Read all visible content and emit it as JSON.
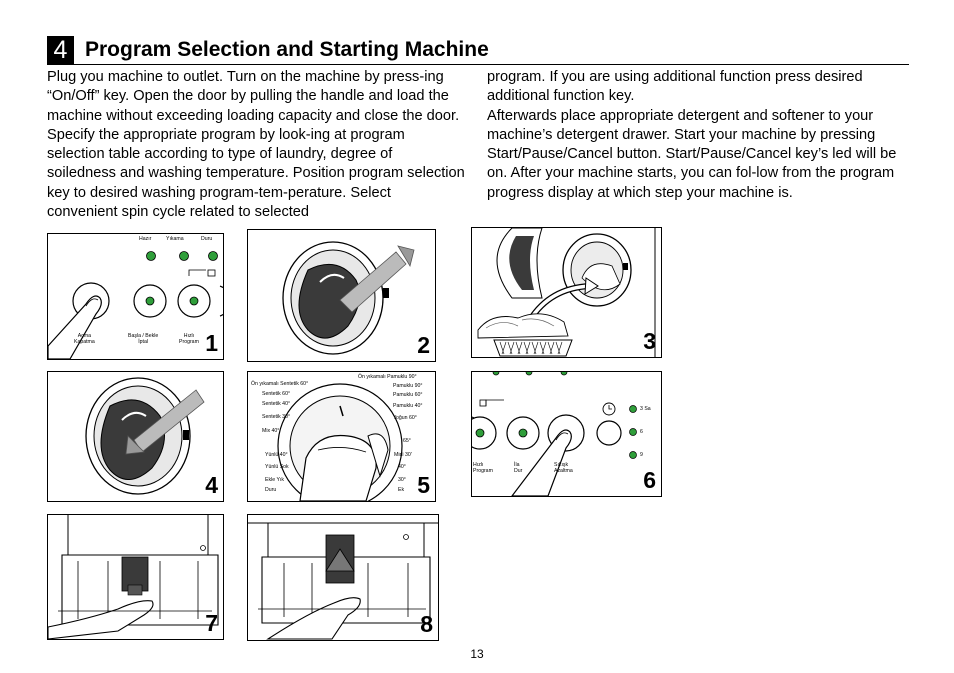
{
  "section": {
    "number": "4",
    "title": "Program Selection and Starting Machine"
  },
  "column_left": {
    "paragraph": "Plug you machine to outlet. Turn on the machine by press-ing “On/Off” key. Open the door by pulling the handle and load the machine without exceeding loading capacity and close the door. Specify the appropriate program by look-ing at program selection table according to type of laundry, degree of soiledness and washing temperature. Position program selection key to desired washing program-tem-perature.  Select convenient spin cycle related to selected"
  },
  "column_right": {
    "paragraph1": "program. If you are using additional function press desired additional function key.",
    "paragraph2": "Afterwards place appropriate detergent and softener to your machine’s detergent drawer. Start your machine by pressing Start/Pause/Cancel button. Start/Pause/Cancel key’s led will be on. After your machine starts, you can fol-low from the program progress display at which step your machine is."
  },
  "figures": {
    "f1": {
      "number": "1",
      "led_labels": [
        "Hazır",
        "Yıkama",
        "Duru"
      ],
      "btn_onoff": "Açma\nKapatma",
      "btn_start": "Başla / Bekle\nİptal",
      "btn_quick": "Hızlı\nProgram"
    },
    "f2": {
      "number": "2"
    },
    "f3": {
      "number": "3"
    },
    "f4": {
      "number": "4"
    },
    "f5": {
      "number": "5",
      "left_labels": [
        "Ön yıkamalı Sentetik 60°",
        "Sentetik 60°",
        "Sentetik 40°",
        "Sentetik 30°",
        "Mix 40°",
        "Yünlü 40°",
        "Yünlü Sok",
        "Ekle Yık",
        "Duru"
      ],
      "right_labels": [
        "Ön yıkamalı Pamuklu 90°",
        "Pamuklu 90°",
        "Pamuklu 60°",
        "Pamuklu 40°",
        "Yoğun 60°",
        "65°",
        "Mini 30'",
        "40°",
        "30°",
        "Ek"
      ]
    },
    "f6": {
      "number": "6",
      "btn_quick": "Hızlı\nProgram",
      "btn_start": "İla\nDur",
      "btn_spin": "Sıkışk\nAzaltma",
      "timer_labels": [
        "3 Sa",
        "6",
        "9"
      ]
    },
    "f7": {
      "number": "7"
    },
    "f8": {
      "number": "8"
    }
  },
  "colors": {
    "led_green": "#2f9e3a",
    "ink": "#000000",
    "drum_gray": "#3a3a3a"
  },
  "page_number": "13"
}
